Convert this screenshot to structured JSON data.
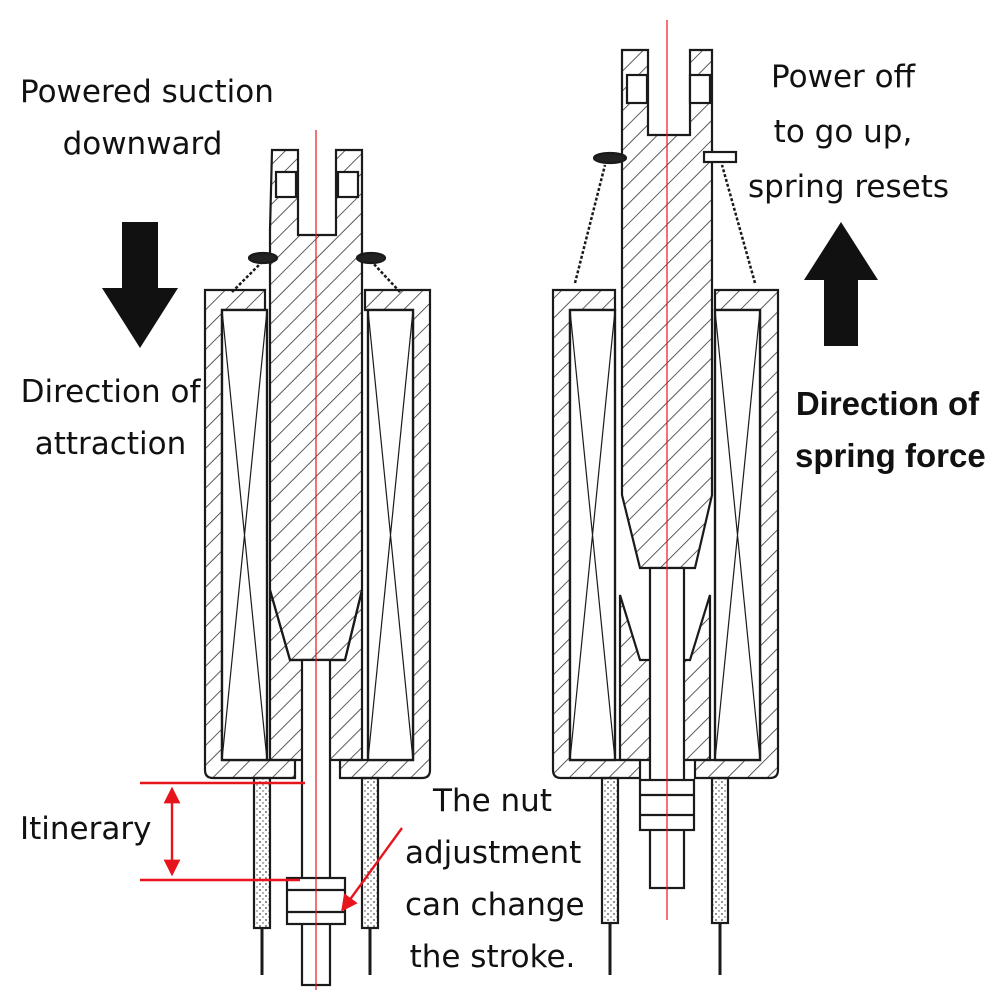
{
  "labels": {
    "powered_suction": [
      "Powered suction",
      "downward"
    ],
    "direction_attraction": [
      "Direction of",
      "attraction"
    ],
    "power_off": [
      "Power off",
      "to go up,",
      "spring resets"
    ],
    "direction_spring": [
      "Direction of",
      "spring force"
    ],
    "itinerary": "Itinerary",
    "nut_adjustment": [
      "The nut",
      "adjustment",
      "can change",
      "the stroke."
    ]
  },
  "colors": {
    "ink": "#1a1a1a",
    "annotation": "#e8141c",
    "background": "#ffffff"
  }
}
